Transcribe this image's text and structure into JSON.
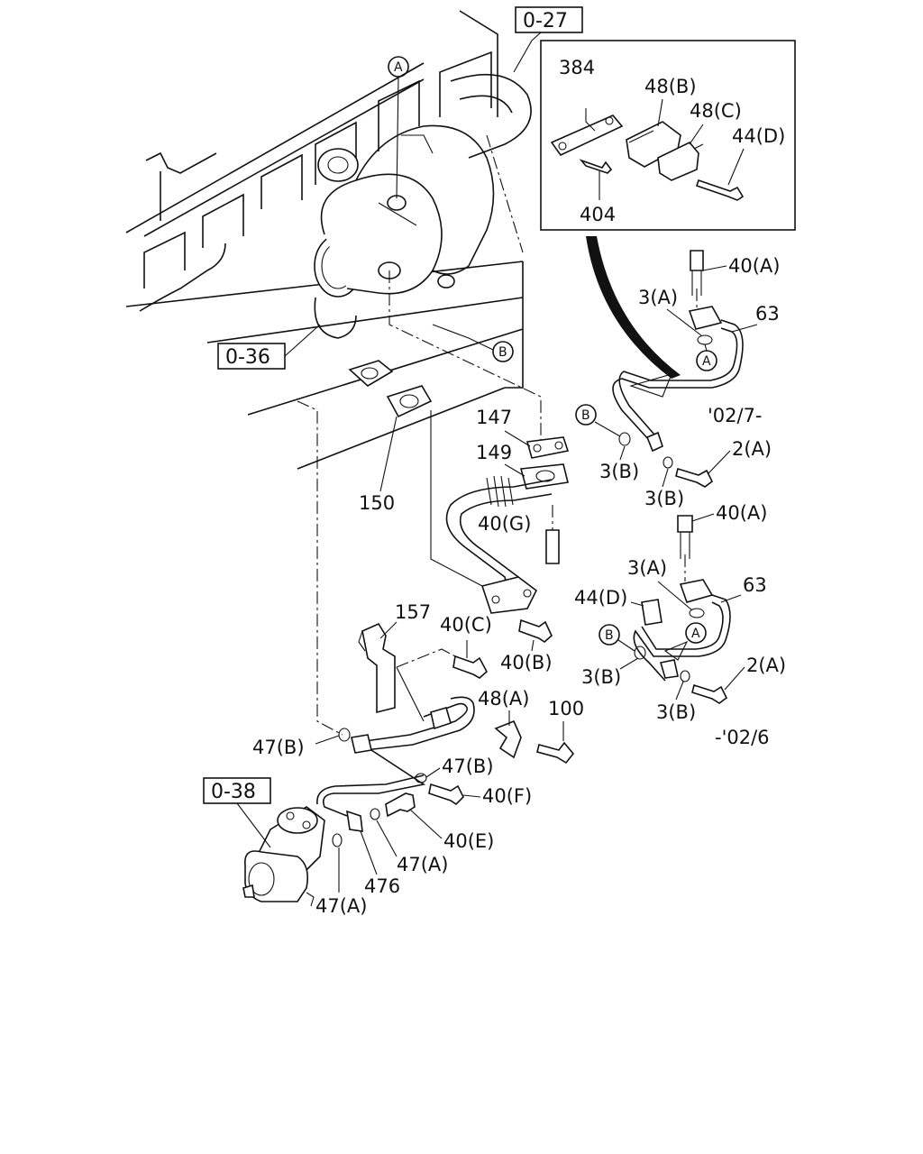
{
  "refs": {
    "r027": "0-27",
    "r036": "0-36",
    "r038": "0-38"
  },
  "markers": {
    "a": "A",
    "b": "B"
  },
  "labels": {
    "p384": "384",
    "p48b": "48(B)",
    "p48c": "48(C)",
    "p44d_inset": "44(D)",
    "p404": "404",
    "p40a_top": "40(A)",
    "p3a_top": "3(A)",
    "p63_top": "63",
    "date_top": "'02/7-",
    "p147": "147",
    "p149": "149",
    "p3b_top1": "3(B)",
    "p2a_top": "2(A)",
    "p3b_top2": "3(B)",
    "p150": "150",
    "p40g": "40(G)",
    "p40a_mid": "40(A)",
    "p3a_mid": "3(A)",
    "p63_mid": "63",
    "p44d_mid": "44(D)",
    "p157": "157",
    "p40c": "40(C)",
    "p40b": "40(B)",
    "p3b_mid1": "3(B)",
    "p2a_mid": "2(A)",
    "p3b_mid2": "3(B)",
    "date_mid": "-'02/6",
    "p48a": "48(A)",
    "p100": "100",
    "p47b_left": "47(B)",
    "p47b_mid": "47(B)",
    "p40f": "40(F)",
    "p40e": "40(E)",
    "p47a_right": "47(A)",
    "p476": "476",
    "p47a_left": "47(A)"
  }
}
